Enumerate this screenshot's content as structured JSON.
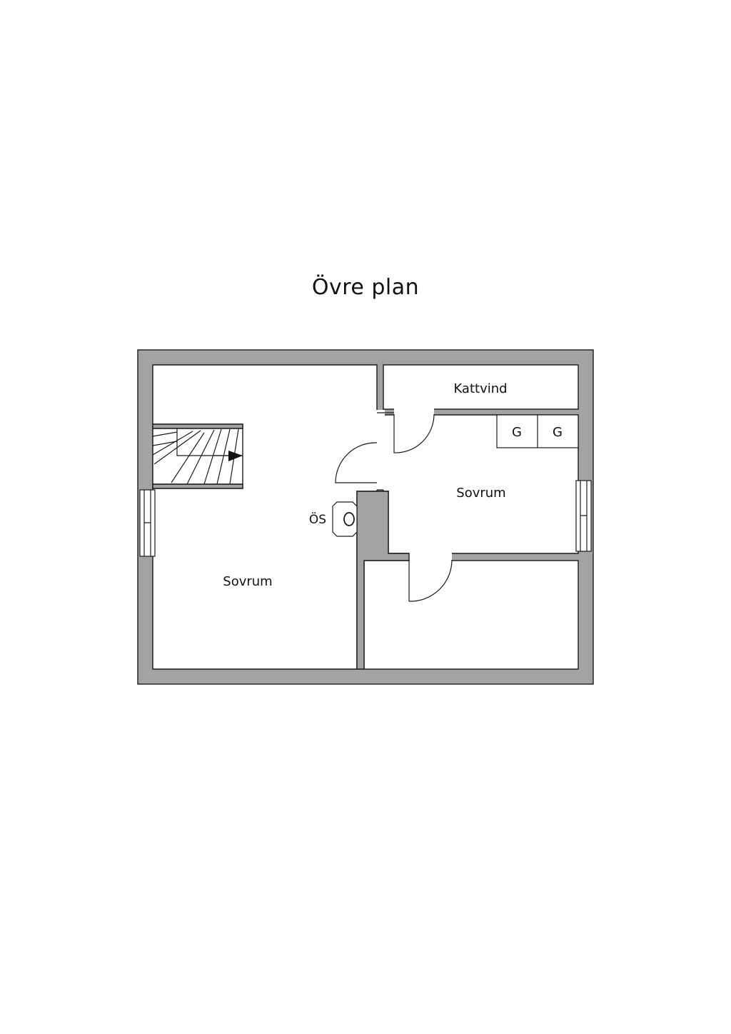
{
  "title": "Övre plan",
  "rooms": {
    "bedroom_large": "Sovrum",
    "bedroom_right": "Sovrum",
    "attic_storage": "Kattvind"
  },
  "fixtures": {
    "wardrobe_1": "G",
    "wardrobe_2": "G",
    "chimney_label": "ÖS"
  },
  "colors": {
    "wall_fill": "#a3a3a3",
    "line": "#1a1a1a",
    "room_fill": "#ffffff"
  }
}
